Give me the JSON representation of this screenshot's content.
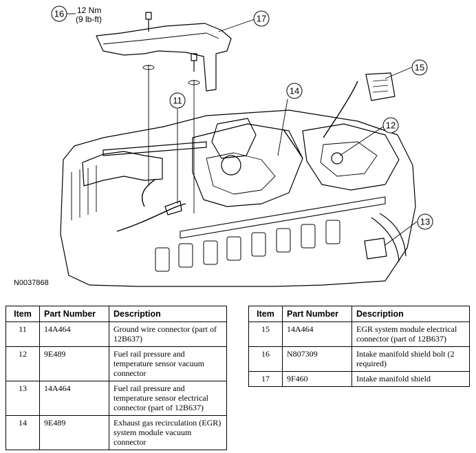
{
  "figure": {
    "code": "N0037868",
    "torque": {
      "line1": "12 Nm",
      "line2": "(9 lb-ft)"
    },
    "callouts": [
      "11",
      "12",
      "13",
      "14",
      "15",
      "16",
      "17"
    ]
  },
  "table_headers": {
    "item": "Item",
    "part_number": "Part Number",
    "description": "Description"
  },
  "left_table": [
    {
      "item": "11",
      "part": "14A464",
      "desc": "Ground wire connector (part of 12B637)"
    },
    {
      "item": "12",
      "part": "9E489",
      "desc": "Fuel rail pressure and temperature sensor vacuum connector"
    },
    {
      "item": "13",
      "part": "14A464",
      "desc": "Fuel rail pressure and temperature sensor electrical connector (part of 12B637)"
    },
    {
      "item": "14",
      "part": "9E489",
      "desc": "Exhaust gas recirculation (EGR) system module vacuum connector"
    }
  ],
  "right_table": [
    {
      "item": "15",
      "part": "14A464",
      "desc": "EGR system module electrical connector (part of 12B637)"
    },
    {
      "item": "16",
      "part": "N807309",
      "desc": "Intake manifold shield bolt (2 required)"
    },
    {
      "item": "17",
      "part": "9F460",
      "desc": "Intake manifold shield"
    }
  ]
}
